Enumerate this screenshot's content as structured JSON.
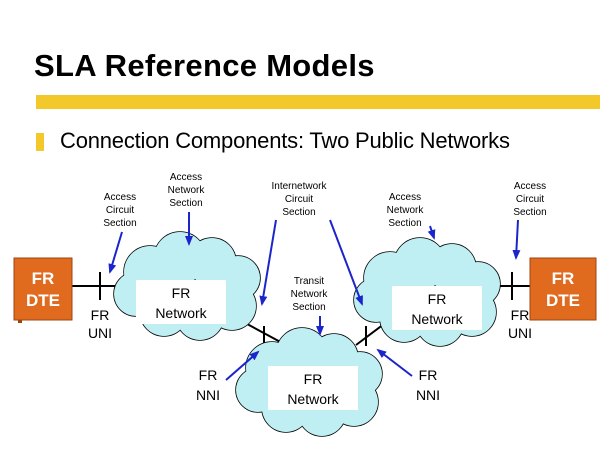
{
  "slide": {
    "title": "SLA Reference Models",
    "subtitle": "Connection Components: Two Public Networks"
  },
  "dte_left": {
    "line1": "FR",
    "line2": "DTE"
  },
  "dte_right": {
    "line1": "FR",
    "line2": "DTE"
  },
  "networks": {
    "left": {
      "line1": "FR",
      "line2": "Network"
    },
    "right": {
      "line1": "FR",
      "line2": "Network"
    },
    "bottom": {
      "line1": "FR",
      "line2": "Network"
    }
  },
  "labels": {
    "access_circuit_left": [
      "Access",
      "Circuit",
      "Section"
    ],
    "access_network_left": [
      "Access",
      "Network",
      "Section"
    ],
    "internetwork_circuit": [
      "Internetwork",
      "Circuit",
      "Section"
    ],
    "access_network_right": [
      "Access",
      "Network",
      "Section"
    ],
    "access_circuit_right": [
      "Access",
      "Circuit",
      "Section"
    ],
    "transit_network": [
      "Transit",
      "Network",
      "Section"
    ]
  },
  "interfaces": {
    "uni_left": [
      "FR",
      "UNI"
    ],
    "uni_right": [
      "FR",
      "UNI"
    ],
    "nni_left": [
      "FR",
      "NNI"
    ],
    "nni_right": [
      "FR",
      "NNI"
    ]
  },
  "colors": {
    "accent_bar": "#f2c82a",
    "dte_fill": "#e06a1e",
    "cloud_fill": "#bfeff2",
    "arrow": "#1c24cc"
  }
}
